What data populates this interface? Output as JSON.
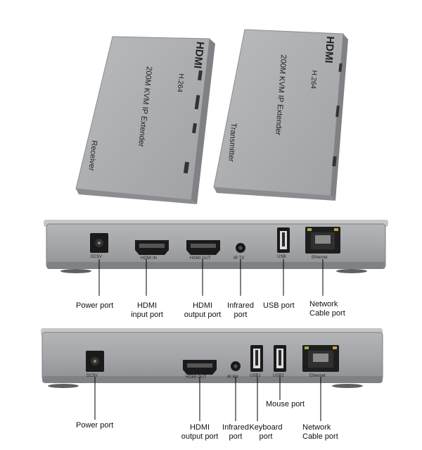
{
  "devices": {
    "receiver": {
      "logo": "HDMI",
      "codec": "H.264",
      "title": "200M KVM IP Extender",
      "role": "Receiver"
    },
    "transmitter": {
      "logo": "HDMI",
      "codec": "H.264",
      "title": "200M KVM IP Extender",
      "role": "Transmitter"
    }
  },
  "panel1": {
    "port_labels": {
      "dc": "DC5V",
      "hdmi_in": "HDMI IN",
      "hdmi_out": "HDMI OUT",
      "ir": "IR TX",
      "usb": "USB",
      "ethernet": "Ethernet"
    },
    "callouts": {
      "power": "Power port",
      "hdmi_in": "HDMI input port",
      "hdmi_out": "HDMI output port",
      "ir": "Infrared port",
      "usb": "USB port",
      "network": "Network Cable port"
    }
  },
  "panel2": {
    "port_labels": {
      "dc": "DC5V",
      "hdmi_out": "HDMI OUT",
      "ir": "IR RX",
      "usb1": "USB1",
      "usb2": "USB2",
      "ethernet": "Ethernet"
    },
    "callouts": {
      "power": "Power port",
      "hdmi_out": "HDMI output port",
      "ir": "Infrared port",
      "keyboard": "Keyboard port",
      "mouse": "Mouse port",
      "network": "Network Cable port"
    }
  },
  "colors": {
    "body": "#a9abad",
    "body_dark": "#8d8f92",
    "panel": "#9a9c9f",
    "port": "#1a1a1a"
  }
}
